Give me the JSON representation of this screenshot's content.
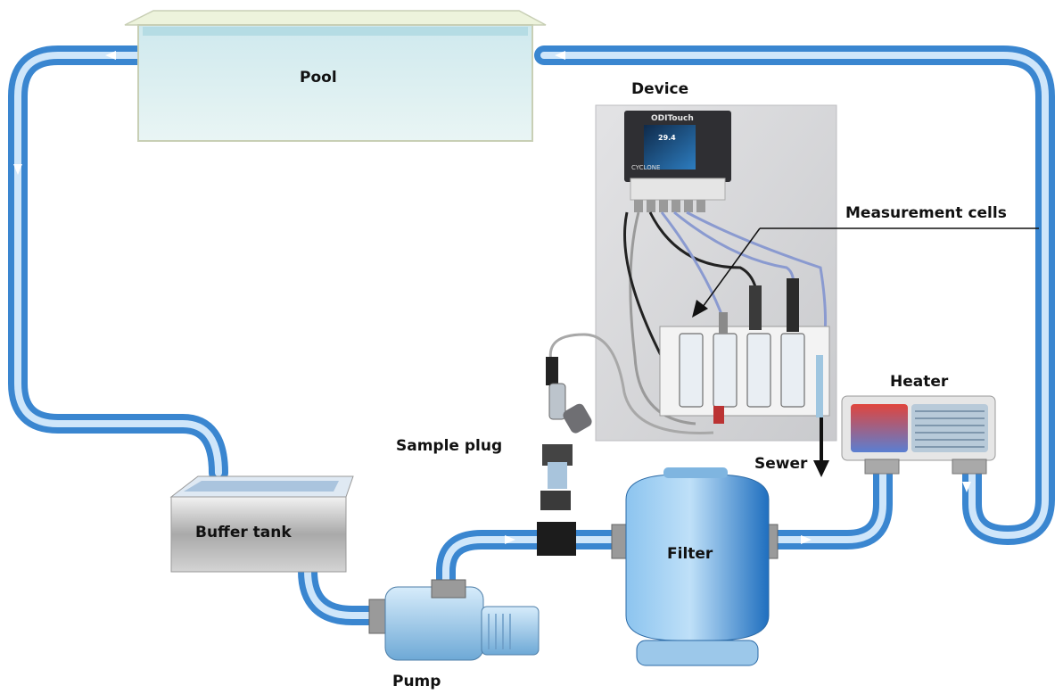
{
  "diagram": {
    "labels": {
      "pool": "Pool",
      "device": "Device",
      "measurement_cells": "Measurement cells",
      "heater": "Heater",
      "sample_plug": "Sample plug",
      "sewer": "Sewer",
      "buffer_tank": "Buffer tank",
      "filter": "Filter",
      "pump": "Pump"
    },
    "controller": {
      "brand": "ODITouch",
      "maker": "CYCLONE",
      "screen_value": "29.4"
    },
    "colors": {
      "pipe_outer": "#3a86d0",
      "pipe_inner": "#cfe6fa",
      "pool_water": "#dff0f2",
      "panel": "#d6d7d9",
      "filter_body": "#4a9ee0",
      "heater_hot": "#d9403a",
      "heater_cold": "#8fb0cf"
    }
  }
}
